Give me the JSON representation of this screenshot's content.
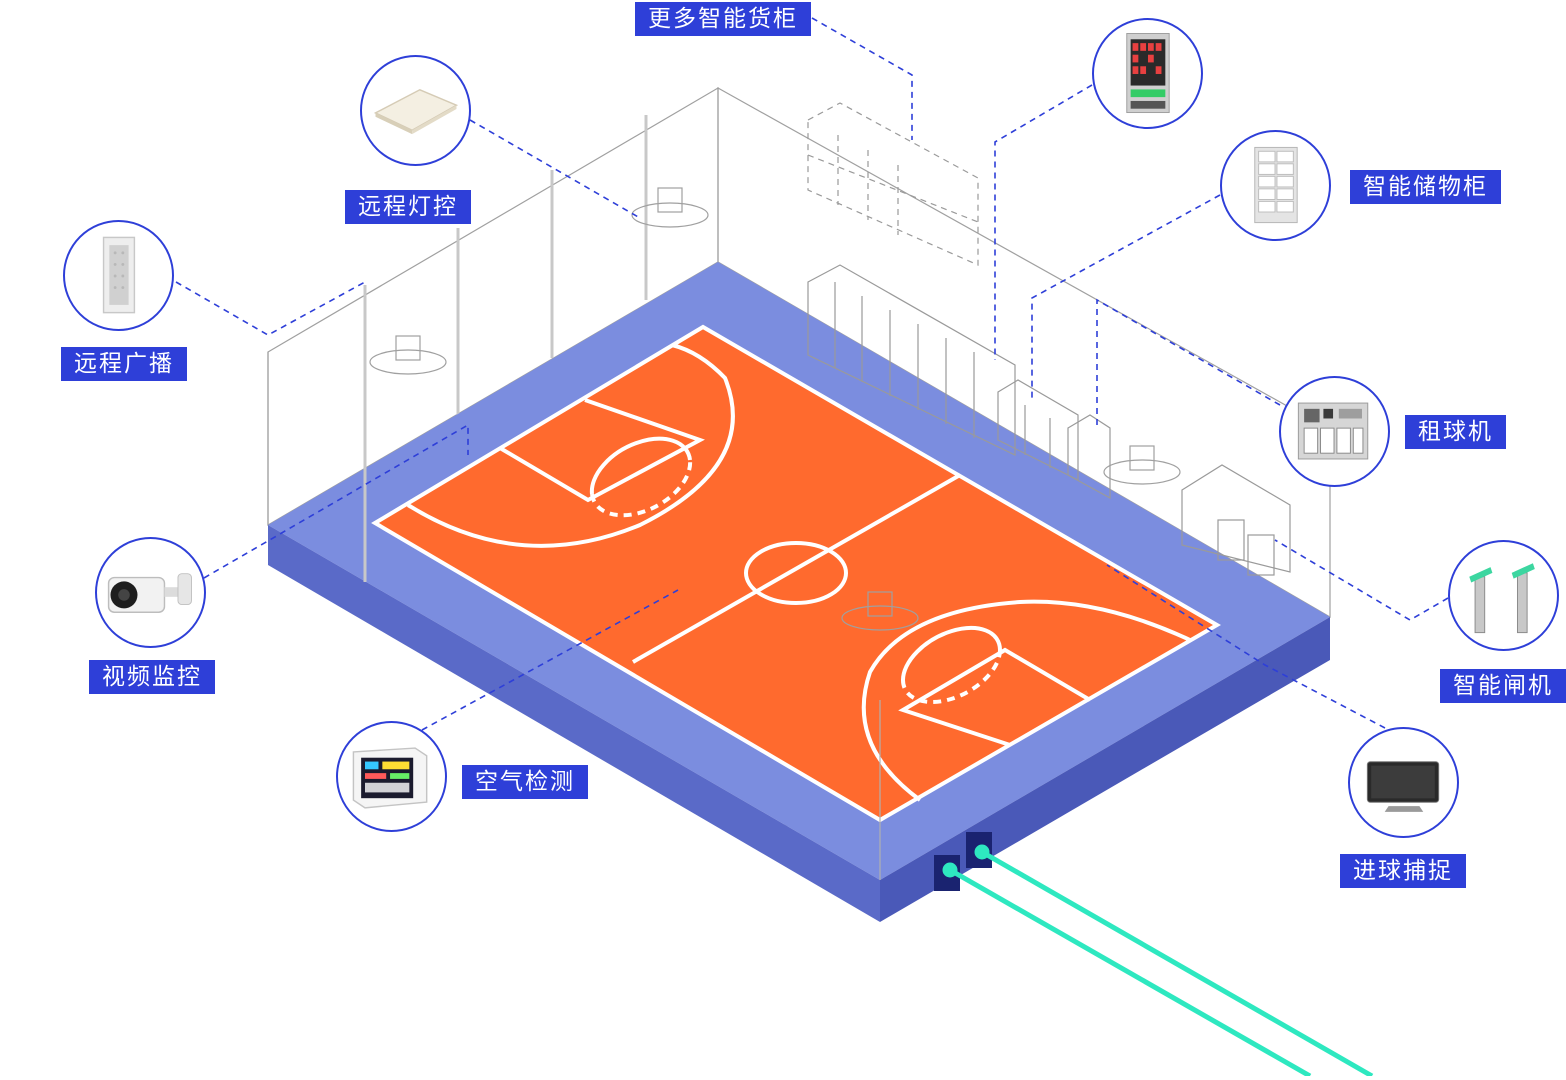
{
  "labels": {
    "more_cabinets": "更多智能货柜",
    "remote_light": "远程灯控",
    "remote_broadcast": "远程广播",
    "video_monitor": "视频监控",
    "air_detection": "空气检测",
    "smart_locker": "智能储物柜",
    "ball_rental": "租球机",
    "smart_gate": "智能闸机",
    "goal_capture": "进球捕捉"
  },
  "colors": {
    "accent": "#2e3fd8",
    "platform_top": "#7b8ddf",
    "platform_side": "#5a6ac8",
    "court": "#ff6a2e",
    "court_lines": "#ffffff",
    "cable": "#2ee8c0",
    "outline": "#9a9a9a"
  },
  "icons": {
    "ceiling_light": "ceiling-light-icon",
    "speaker": "speaker-icon",
    "camera": "camera-icon",
    "air_monitor": "air-monitor-icon",
    "vending_machine": "vending-machine-icon",
    "locker": "locker-icon",
    "rental_machine": "rental-machine-icon",
    "turnstile": "turnstile-icon",
    "display": "display-icon"
  }
}
